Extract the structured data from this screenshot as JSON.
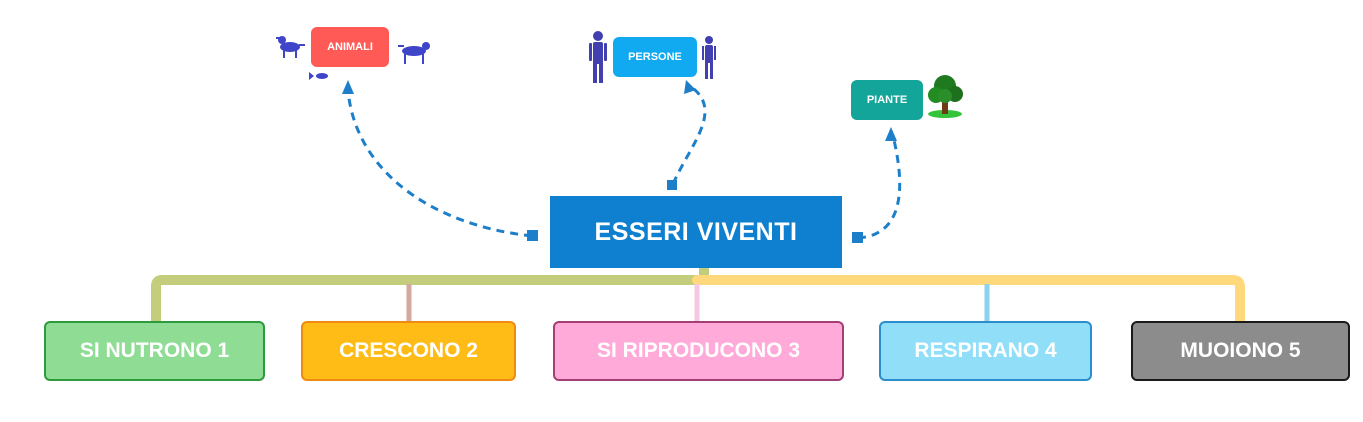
{
  "central": {
    "label": "ESSERI VIVENTI"
  },
  "tags": [
    {
      "label": "ANIMALI"
    },
    {
      "label": "PERSONE"
    },
    {
      "label": "PIANTE"
    }
  ],
  "categories": [
    {
      "label": "SI NUTRONO 1"
    },
    {
      "label": "CRESCONO 2"
    },
    {
      "label": "SI RIPRODUCONO 3"
    },
    {
      "label": "RESPIRANO 4"
    },
    {
      "label": "MUOIONO 5"
    }
  ],
  "colors": {
    "central": "#0e80cf",
    "connector_dashed": "#1d7fc9",
    "branch_green": "#c3cd7b",
    "branch_yellow": "#ffd87c"
  },
  "icons": [
    "dog-icon",
    "fish-icon",
    "human-figure-icon",
    "tree-icon"
  ]
}
